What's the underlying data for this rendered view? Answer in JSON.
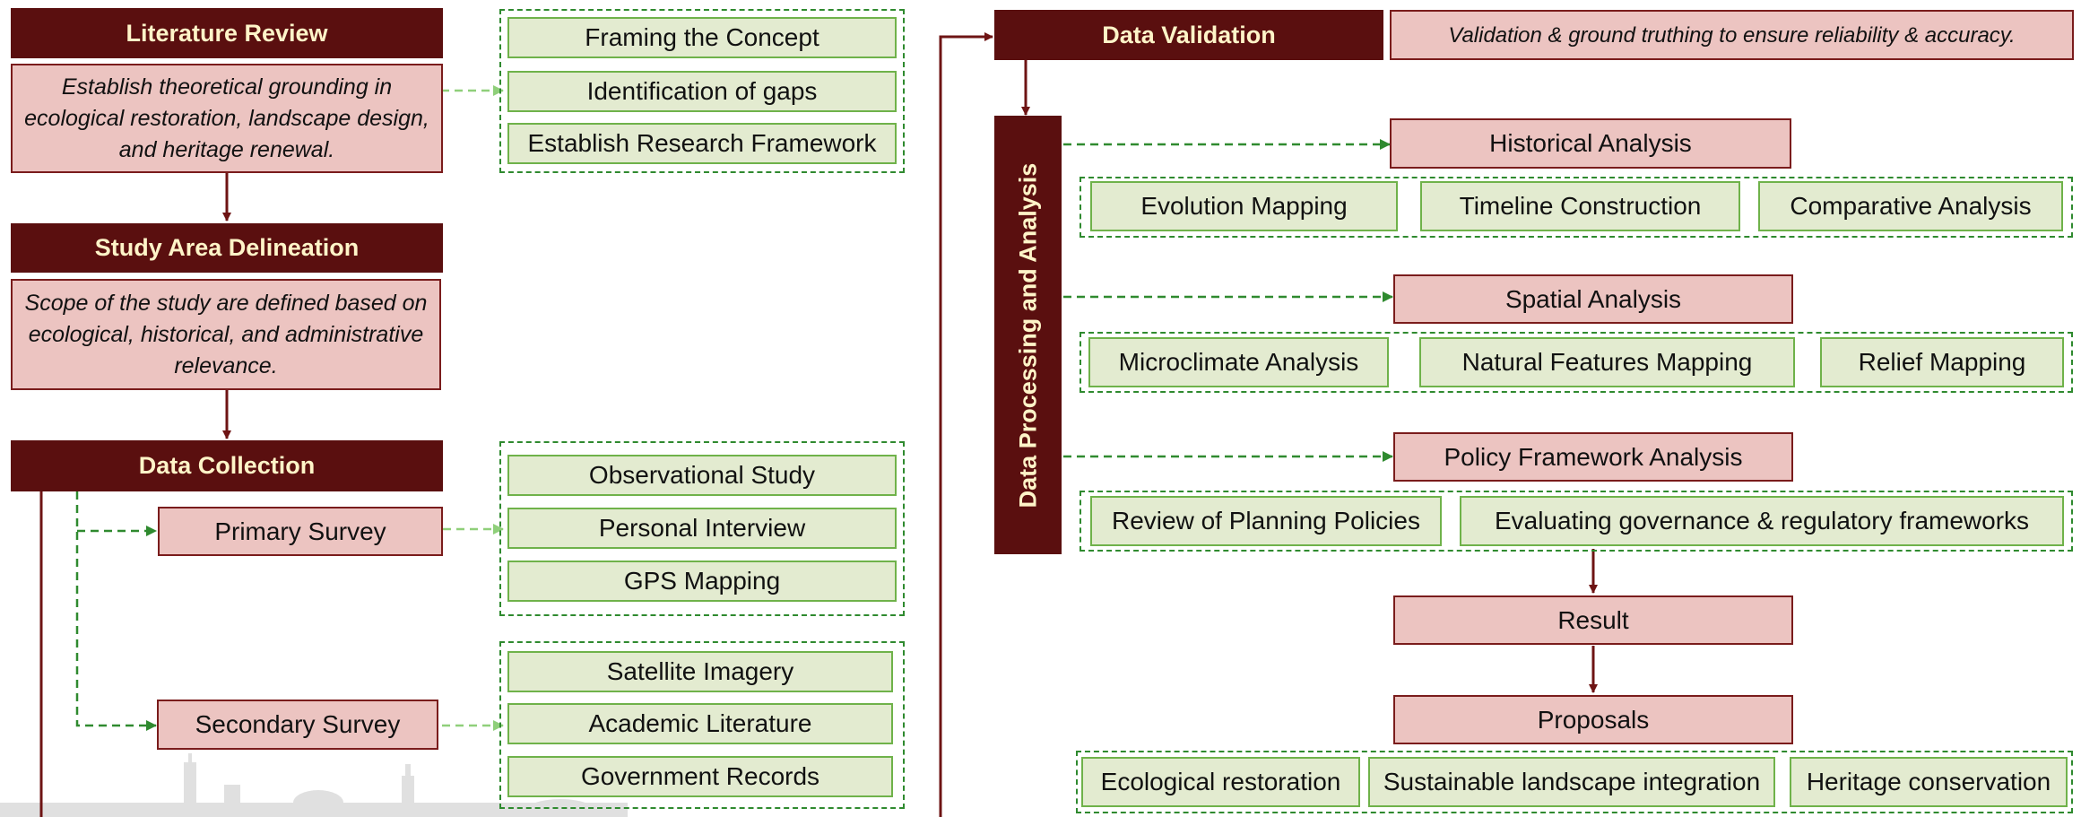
{
  "literature_review": {
    "title": "Literature Review",
    "description": "Establish theoretical grounding in ecological restoration, landscape design, and heritage renewal.",
    "items": [
      "Framing the Concept",
      "Identification of gaps",
      "Establish Research Framework"
    ]
  },
  "study_area": {
    "title": "Study Area Delineation",
    "description": "Scope of the study are defined based on ecological, historical, and administrative relevance."
  },
  "data_collection": {
    "title": "Data Collection",
    "primary_survey": {
      "label": "Primary Survey",
      "items": [
        "Observational Study",
        "Personal Interview",
        "GPS Mapping"
      ]
    },
    "secondary_survey": {
      "label": "Secondary Survey",
      "items": [
        "Satellite Imagery",
        "Academic Literature",
        "Government Records"
      ]
    }
  },
  "data_validation": {
    "title": "Data Validation",
    "description": "Validation & ground truthing to ensure reliability & accuracy."
  },
  "data_processing": {
    "title": "Data Processing and Analysis",
    "historical": {
      "label": "Historical Analysis",
      "items": [
        "Evolution Mapping",
        "Timeline Construction",
        "Comparative Analysis"
      ]
    },
    "spatial": {
      "label": "Spatial Analysis",
      "items": [
        "Microclimate Analysis",
        "Natural Features Mapping",
        "Relief Mapping"
      ]
    },
    "policy": {
      "label": "Policy Framework Analysis",
      "items": [
        "Review of Planning Policies",
        "Evaluating governance & regulatory frameworks"
      ]
    }
  },
  "result": {
    "label": "Result"
  },
  "proposals": {
    "label": "Proposals",
    "items": [
      "Ecological restoration",
      "Sustainable landscape integration",
      "Heritage conservation"
    ]
  },
  "colors": {
    "header_bg": "#5a0f0f",
    "header_text": "#fff4c8",
    "pink_bg": "#ecc4c1",
    "green_bg": "#e3ebd0",
    "green_border": "#6fb24a",
    "arrow_maroon": "#6e1414",
    "arrow_green": "#2f8a2f"
  }
}
